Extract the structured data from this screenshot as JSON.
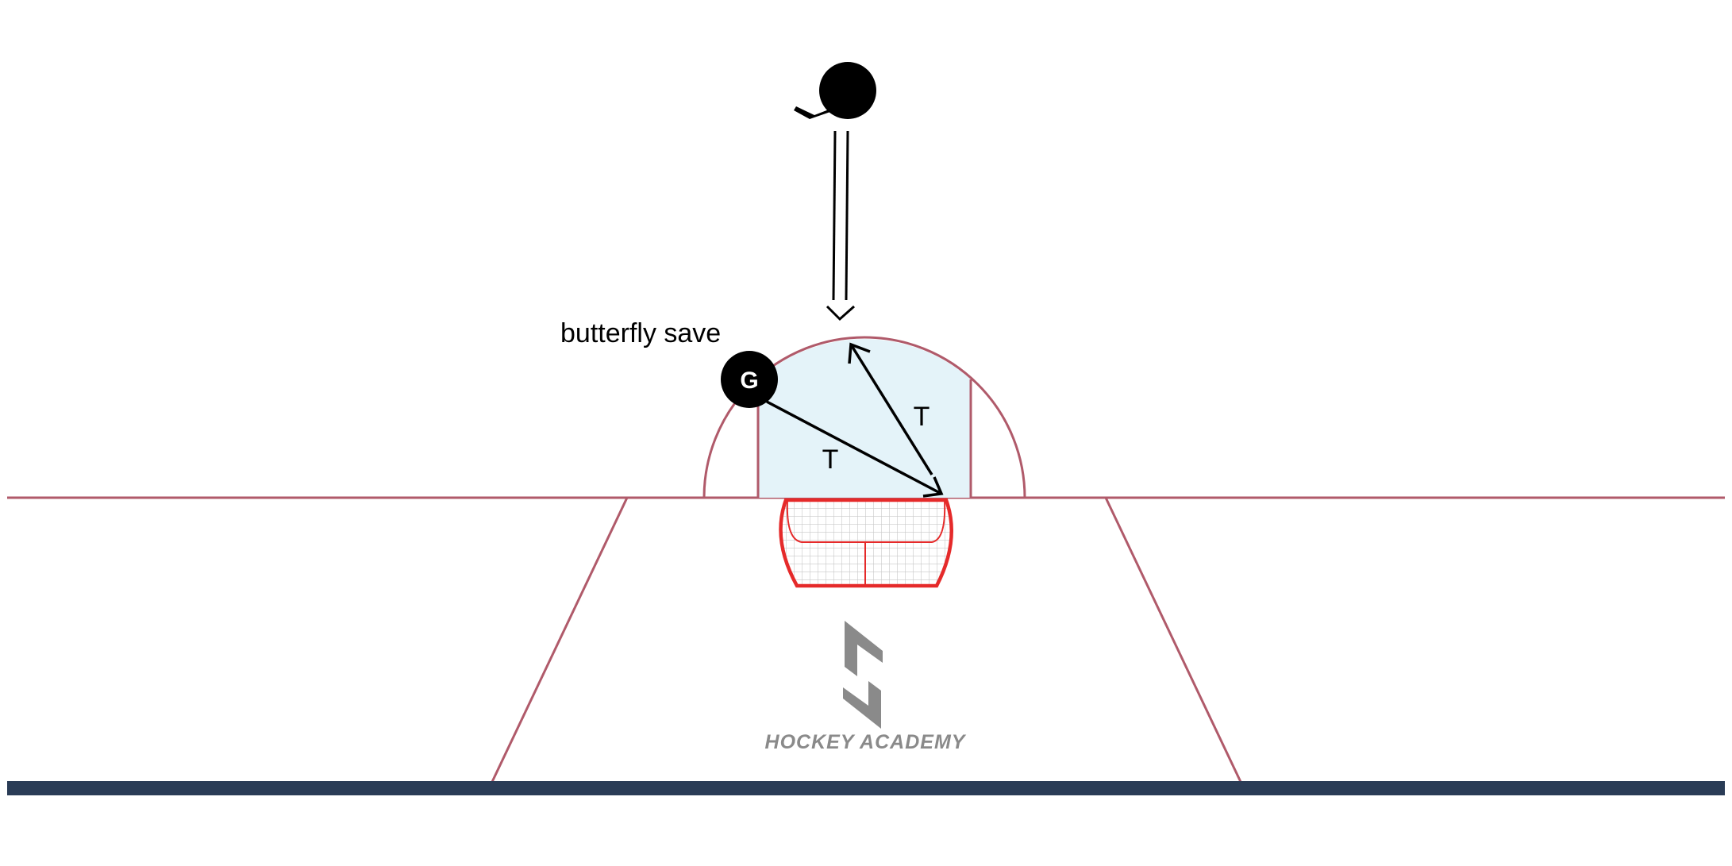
{
  "diagram": {
    "annotation": "butterfly save",
    "goalie_label": "G",
    "pass_labels": [
      "T",
      "T"
    ],
    "logo_text": "HOCKEY ACADEMY"
  },
  "colors": {
    "rink_line": "#b05a6a",
    "crease_fill": "#e4f3f9",
    "net_red": "#e52a2a",
    "net_mesh": "#c8c8c8",
    "boards": "#2a3c56",
    "player": "#000000",
    "logo_gray": "#8a8a8a"
  },
  "icons": {
    "skater": "skater-with-stick-icon",
    "goalie": "goalie-icon",
    "logo": "hockey-academy-logo-icon"
  }
}
